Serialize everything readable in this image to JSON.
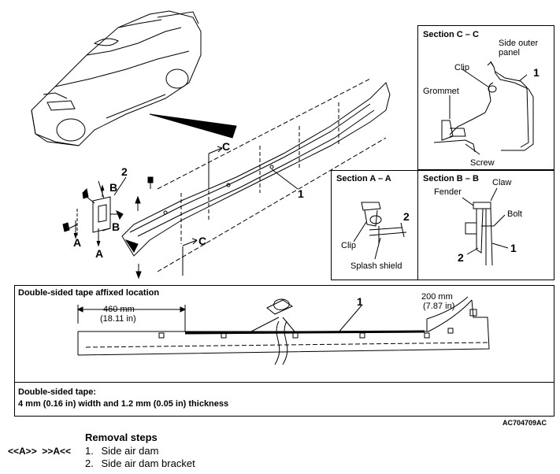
{
  "main_view": {
    "callout_c_top": "C",
    "callout_c_bottom": "C",
    "callout_b_top": "B",
    "callout_b_bottom": "B",
    "callout_a_left": "A",
    "callout_a_right": "A",
    "part_1": "1",
    "part_2": "2"
  },
  "section_cc": {
    "title": "Section C – C",
    "side_outer_panel": "Side outer\npanel",
    "clip": "Clip",
    "grommet": "Grommet",
    "screw": "Screw",
    "part_1": "1"
  },
  "section_aa": {
    "title": "Section A – A",
    "clip": "Clip",
    "splash_shield": "Splash shield",
    "part_2": "2"
  },
  "section_bb": {
    "title": "Section B – B",
    "fender": "Fender",
    "claw": "Claw",
    "bolt": "Bolt",
    "part_1": "1",
    "part_2": "2"
  },
  "tape_panel": {
    "title": "Double-sided tape affixed location",
    "dim_left": "460 mm",
    "dim_left_in": "(18.11 in)",
    "dim_right": "200 mm",
    "dim_right_in": "(7.87 in)",
    "part_1": "1"
  },
  "tape_spec": {
    "heading": "Double-sided tape:",
    "detail": "4 mm (0.16 in) width and 1.2 mm (0.05 in) thickness"
  },
  "figure_code": "AC704709AC",
  "removal": {
    "heading": "Removal steps",
    "marker": "<<A>>  >>A<<",
    "steps": [
      {
        "num": "1.",
        "label": "Side air dam"
      },
      {
        "num": "2.",
        "label": "Side air dam bracket"
      }
    ]
  }
}
